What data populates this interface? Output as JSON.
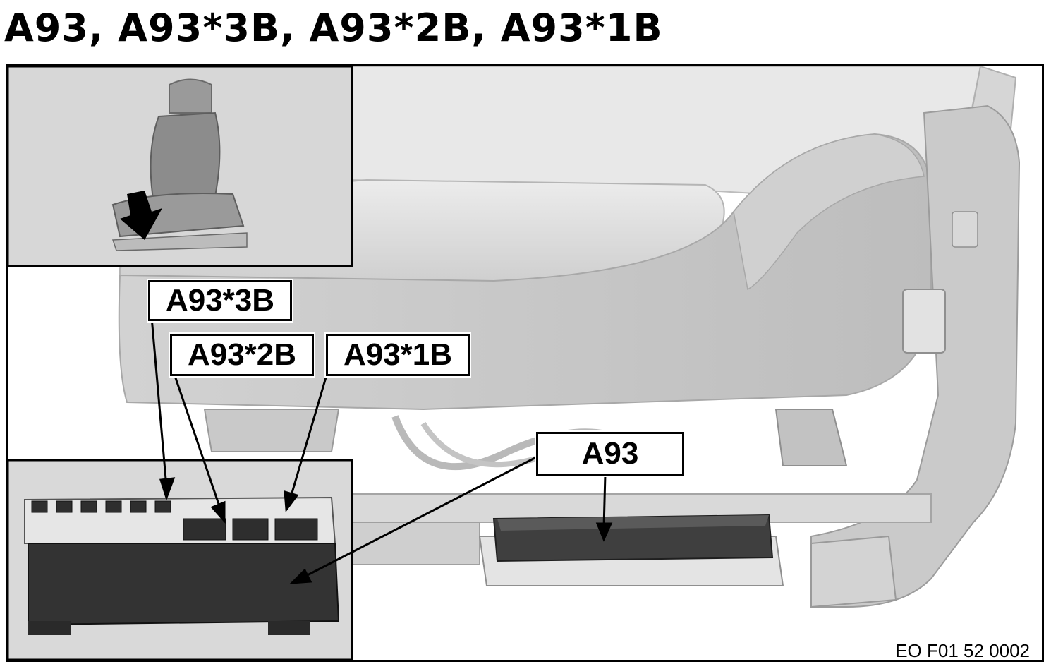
{
  "title": "A93, A93*3B, A93*2B, A93*1B",
  "labels": {
    "a93_3b": "A93*3B",
    "a93_2b": "A93*2B",
    "a93_1b": "A93*1B",
    "a93": "A93"
  },
  "figure_code": "EO F01 52 0002",
  "colors": {
    "seat_light": "#e6e6e6",
    "seat_mid": "#cfcfcf",
    "seat_dark": "#9c9c9c",
    "module_dark": "#3c3c3c",
    "inset_bg": "#dcdcdc"
  }
}
